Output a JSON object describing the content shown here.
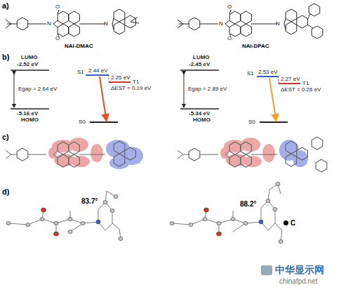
{
  "diagram": {
    "labels": [
      "a)",
      "O",
      "N",
      "O",
      "N",
      "NAI-DMAC",
      "O",
      "N",
      "O",
      "N",
      "NAI-DPAC",
      "b)",
      "LUMO",
      "-2.52 eV",
      "Egap = 2.64 eV",
      "-5.16 eV",
      "HOMO",
      "S1",
      "2.44 eV",
      "2.25 eV",
      "T1",
      "ΔEST = 0.19 eV",
      "S0",
      "LUMO",
      "-2.45 eV",
      "Egap = 2.89 eV",
      "-5.34 eV",
      "HOMO",
      "S1",
      "2.53 eV",
      "2.27 eV",
      "T1",
      "ΔEST = 0.26 eV",
      "S0",
      "c)",
      "d)",
      "83.7°",
      "88.2°",
      "中华显示网",
      "chinafpd.net"
    ],
    "legend": [
      {
        "text": "C",
        "color": "#000000"
      }
    ]
  }
}
